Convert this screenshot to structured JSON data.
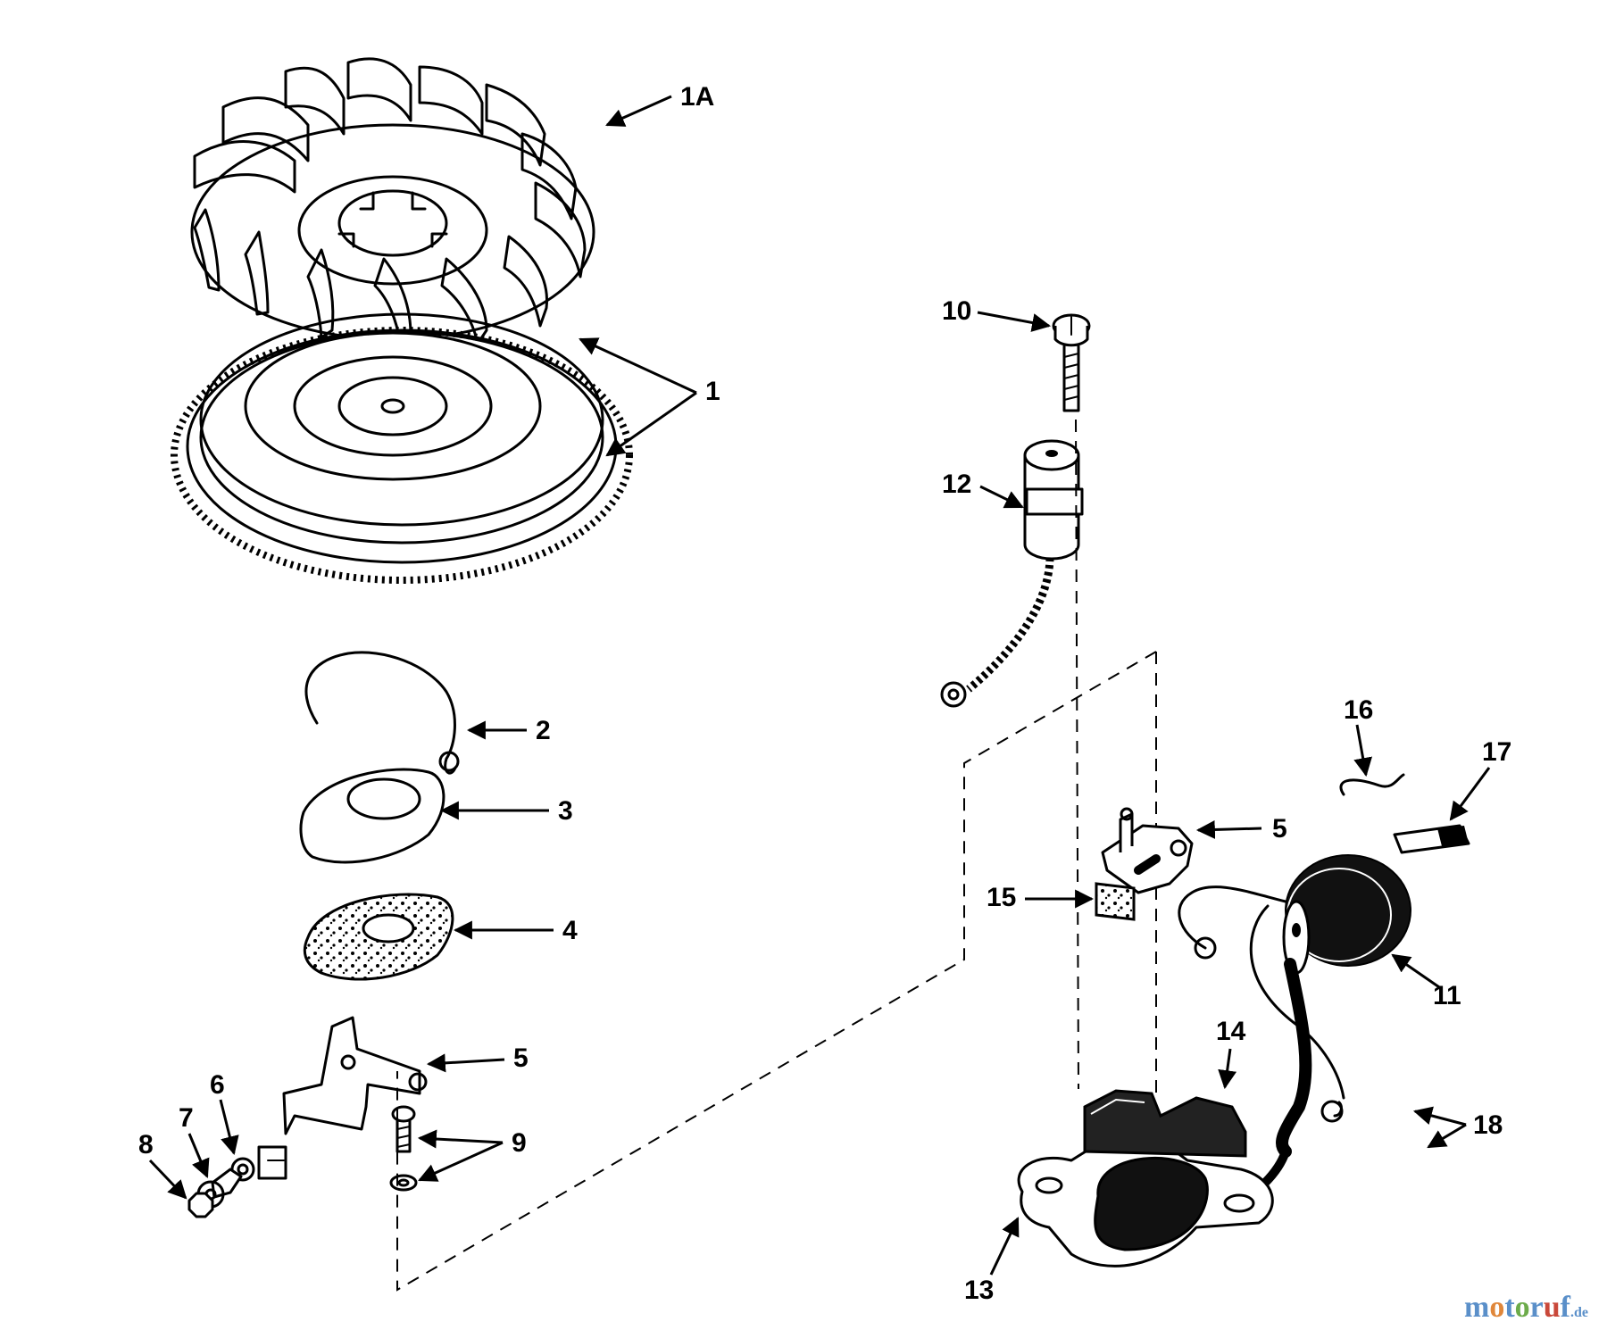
{
  "diagram": {
    "parts": [
      {
        "id": "fan",
        "label": "1A"
      },
      {
        "id": "flywheel",
        "label": "1"
      },
      {
        "id": "spring",
        "label": "2"
      },
      {
        "id": "cover",
        "label": "3"
      },
      {
        "id": "felt-pad",
        "label": "4"
      },
      {
        "id": "bracket-left",
        "label": "5"
      },
      {
        "id": "washer",
        "label": "6"
      },
      {
        "id": "clip",
        "label": "7"
      },
      {
        "id": "nut",
        "label": "8"
      },
      {
        "id": "screw-washer",
        "label": "9"
      },
      {
        "id": "screw",
        "label": "10"
      },
      {
        "id": "coil",
        "label": "11"
      },
      {
        "id": "leads",
        "label": "12"
      },
      {
        "id": "condenser",
        "label": "13"
      },
      {
        "id": "armature",
        "label": "14"
      },
      {
        "id": "core",
        "label": "15"
      },
      {
        "id": "wedge",
        "label": "16"
      },
      {
        "id": "wire-clip",
        "label": "17"
      },
      {
        "id": "insulator",
        "label": "18"
      },
      {
        "id": "bracket-right",
        "label": "5"
      }
    ]
  },
  "watermark": {
    "text_main": "motoruf",
    "text_suffix": ".de"
  }
}
